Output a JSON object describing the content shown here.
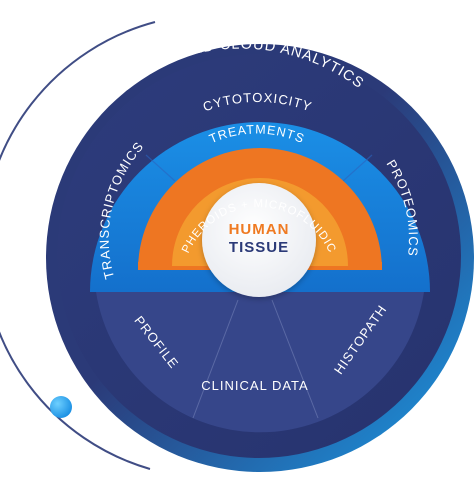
{
  "rings": {
    "outer": "INTEGRATED CLOUD ANALYTICS",
    "upper_middle": {
      "top": "CYTOTOXICITY",
      "left": "TRANSCRIPTOMICS",
      "right": "PROTEOMICS"
    },
    "treatments": "TREATMENTS",
    "spheroids": "SPHEROIDS + MICROFLUIDICS",
    "lower": {
      "left": "PROFILE",
      "center": "CLINICAL DATA",
      "right": "HISTOPATH"
    }
  },
  "core": {
    "line1": "HUMAN",
    "line2": "TISSUE"
  },
  "colors": {
    "outer_navy": "#2b3a78",
    "lower_navy": "#3a4a8a",
    "blue_bright": "#1e90e8",
    "blue_mid": "#1677d2",
    "orange_outer": "#ef7a22",
    "orange_inner": "#f39a2e",
    "core_orange": "#ef7a22",
    "core_navy": "#2b3a78"
  }
}
